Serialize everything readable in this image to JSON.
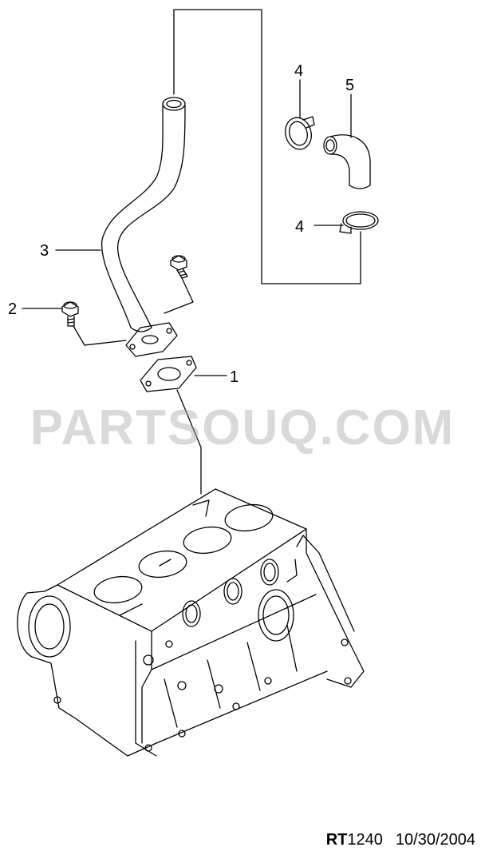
{
  "callouts": {
    "c1": "1",
    "c2": "2",
    "c3": "3",
    "c4a": "4",
    "c4b": "4",
    "c5": "5"
  },
  "watermark": "PARTSOUQ.COM",
  "footer": {
    "code_prefix": "RT",
    "code_number": "1240",
    "date": "10/30/2004"
  },
  "colors": {
    "line": "#000000",
    "background": "#ffffff",
    "watermark": "#aaaaaa"
  }
}
